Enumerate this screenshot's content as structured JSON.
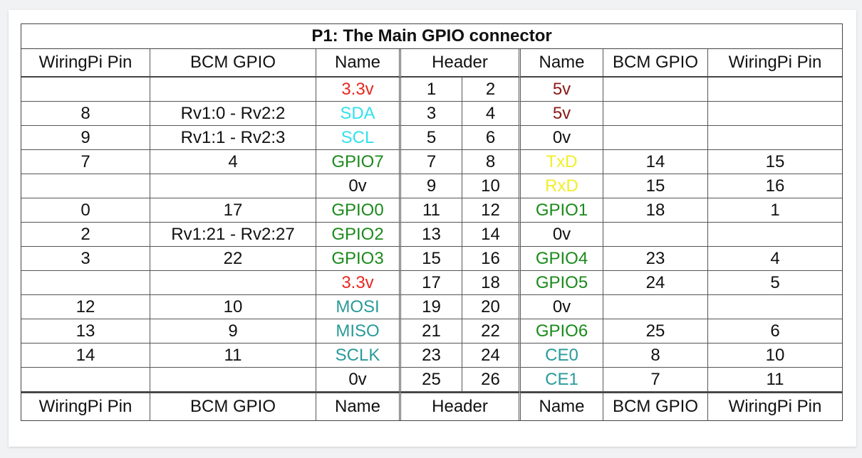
{
  "title": "P1: The Main GPIO connector",
  "headers": [
    "WiringPi Pin",
    "BCM GPIO",
    "Name",
    "Header",
    "Name",
    "BCM GPIO",
    "WiringPi Pin"
  ],
  "colors": {
    "power3v3": "#e8271f",
    "power5v": "#8b1a1a",
    "i2c": "#33e0ee",
    "uart": "#f2ee2a",
    "gpio": "#1b8a1b",
    "spi": "#2a9a9a",
    "ground": "#111111"
  },
  "rows": [
    {
      "lw": "",
      "lb": "",
      "ln": "3.3v",
      "lc": "power3v3",
      "pl": "1",
      "pr": "2",
      "rn": "5v",
      "rc": "power5v",
      "rb": "",
      "rw": ""
    },
    {
      "lw": "8",
      "lb": "Rv1:0 - Rv2:2",
      "ln": "SDA",
      "lc": "i2c",
      "pl": "3",
      "pr": "4",
      "rn": "5v",
      "rc": "power5v",
      "rb": "",
      "rw": ""
    },
    {
      "lw": "9",
      "lb": "Rv1:1 - Rv2:3",
      "ln": "SCL",
      "lc": "i2c",
      "pl": "5",
      "pr": "6",
      "rn": "0v",
      "rc": "ground",
      "rb": "",
      "rw": ""
    },
    {
      "lw": "7",
      "lb": "4",
      "ln": "GPIO7",
      "lc": "gpio",
      "pl": "7",
      "pr": "8",
      "rn": "TxD",
      "rc": "uart",
      "rb": "14",
      "rw": "15"
    },
    {
      "lw": "",
      "lb": "",
      "ln": "0v",
      "lc": "ground",
      "pl": "9",
      "pr": "10",
      "rn": "RxD",
      "rc": "uart",
      "rb": "15",
      "rw": "16"
    },
    {
      "lw": "0",
      "lb": "17",
      "ln": "GPIO0",
      "lc": "gpio",
      "pl": "11",
      "pr": "12",
      "rn": "GPIO1",
      "rc": "gpio",
      "rb": "18",
      "rw": "1"
    },
    {
      "lw": "2",
      "lb": "Rv1:21 - Rv2:27",
      "ln": "GPIO2",
      "lc": "gpio",
      "pl": "13",
      "pr": "14",
      "rn": "0v",
      "rc": "ground",
      "rb": "",
      "rw": ""
    },
    {
      "lw": "3",
      "lb": "22",
      "ln": "GPIO3",
      "lc": "gpio",
      "pl": "15",
      "pr": "16",
      "rn": "GPIO4",
      "rc": "gpio",
      "rb": "23",
      "rw": "4"
    },
    {
      "lw": "",
      "lb": "",
      "ln": "3.3v",
      "lc": "power3v3",
      "pl": "17",
      "pr": "18",
      "rn": "GPIO5",
      "rc": "gpio",
      "rb": "24",
      "rw": "5"
    },
    {
      "lw": "12",
      "lb": "10",
      "ln": "MOSI",
      "lc": "spi",
      "pl": "19",
      "pr": "20",
      "rn": "0v",
      "rc": "ground",
      "rb": "",
      "rw": ""
    },
    {
      "lw": "13",
      "lb": "9",
      "ln": "MISO",
      "lc": "spi",
      "pl": "21",
      "pr": "22",
      "rn": "GPIO6",
      "rc": "gpio",
      "rb": "25",
      "rw": "6"
    },
    {
      "lw": "14",
      "lb": "11",
      "ln": "SCLK",
      "lc": "spi",
      "pl": "23",
      "pr": "24",
      "rn": "CE0",
      "rc": "spi",
      "rb": "8",
      "rw": "10"
    },
    {
      "lw": "",
      "lb": "",
      "ln": "0v",
      "lc": "ground",
      "pl": "25",
      "pr": "26",
      "rn": "CE1",
      "rc": "spi",
      "rb": "7",
      "rw": "11"
    }
  ]
}
